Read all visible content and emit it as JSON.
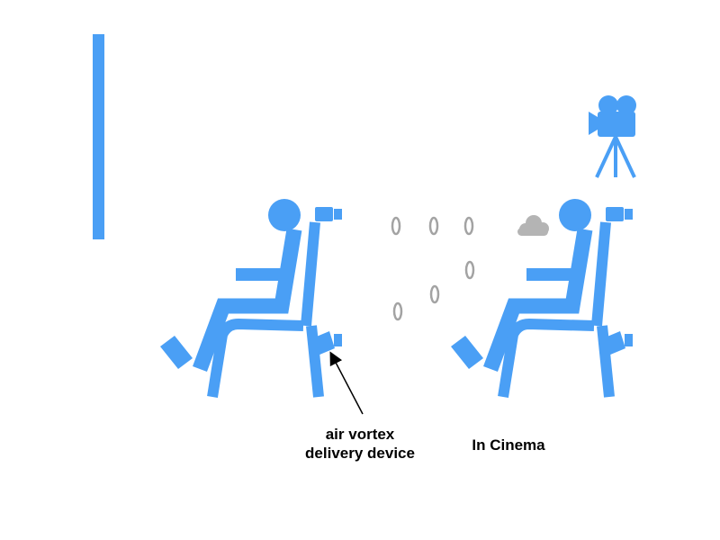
{
  "colors": {
    "figure_blue": "#4a9ff5",
    "vortex_ring_gray": "#a3a3a3",
    "cloud_gray": "#b4b4b4",
    "arrow_black": "#000000",
    "background": "#ffffff"
  },
  "labels": {
    "device_line1": "air vortex",
    "device_line2": "delivery device",
    "cinema": "In Cinema"
  },
  "icons": {
    "screen": "screen-bar",
    "projector": "film-camera-on-tripod-icon",
    "left_figure": "person-seated-in-chair-icon",
    "right_figure": "person-seated-in-chair-icon",
    "vortex_rings": "vortex-ring-icon",
    "cloud": "cloud-icon",
    "pointer": "arrow-icon"
  },
  "vortex_ring_count": 6
}
